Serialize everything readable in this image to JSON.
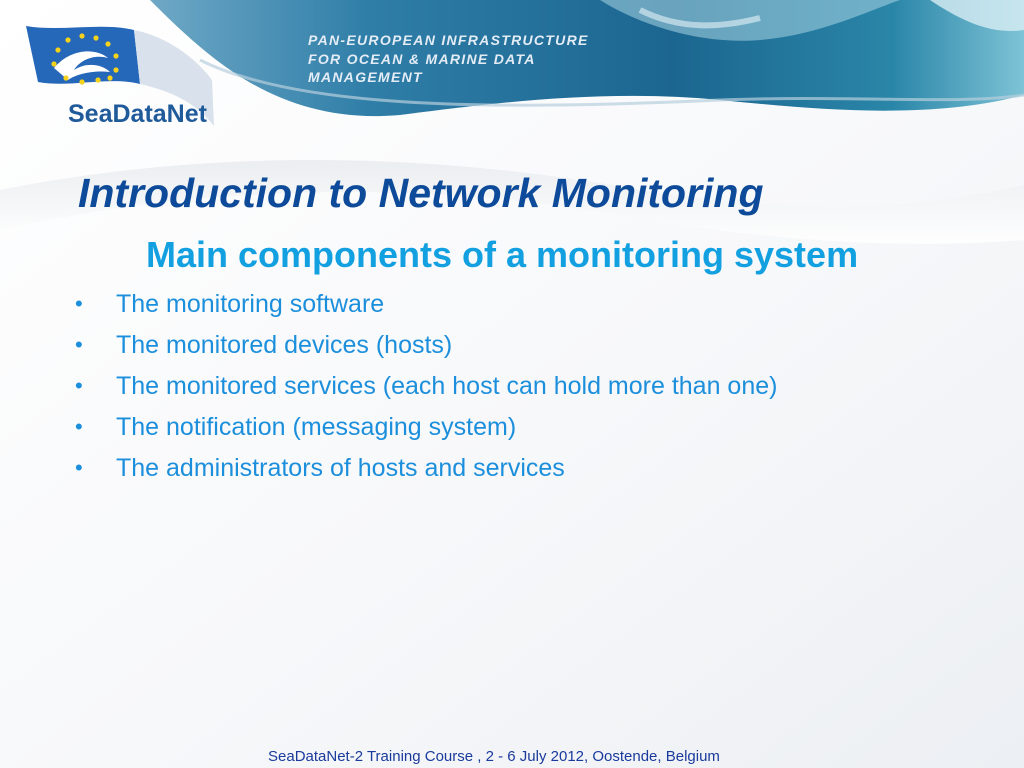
{
  "header": {
    "brand": "SeaDataNet",
    "tagline": [
      "PAN-EUROPEAN INFRASTRUCTURE",
      "FOR OCEAN & MARINE DATA",
      "MANAGEMENT"
    ]
  },
  "slide": {
    "title": "Introduction to Network Monitoring",
    "subtitle": "Main components of a monitoring system",
    "bullets": [
      "The monitoring software",
      "The monitored devices (hosts)",
      "The monitored services (each host can hold more than one)",
      "The notification (messaging system)",
      "The administrators of hosts and services"
    ],
    "bullet_glyph": "•"
  },
  "footer": {
    "text": "SeaDataNet-2 Training Course , 2 - 6 July 2012, Oostende, Belgium"
  },
  "colors": {
    "title": "#0d4a99",
    "subtitle": "#12a0e0",
    "bullets": "#1c8fdc",
    "footer": "#1a3a9c",
    "banner": "#1e6a96"
  }
}
